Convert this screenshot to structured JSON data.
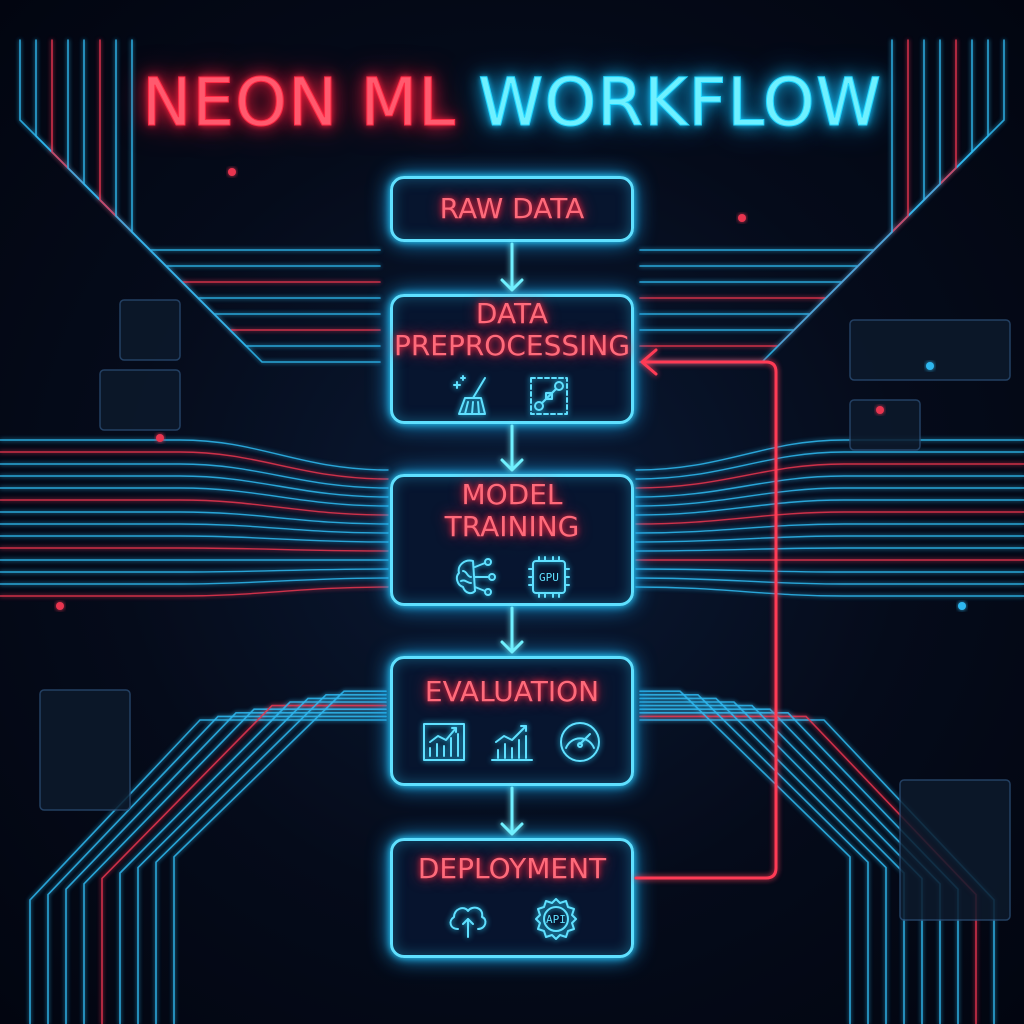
{
  "title": {
    "part1": "NEON ML",
    "part2": "WORKFLOW"
  },
  "colors": {
    "accent_blue": "#5fe0ff",
    "accent_red": "#ff3a55",
    "background": "#050b1a"
  },
  "nodes": [
    {
      "lines": [
        "RAW DATA"
      ],
      "icons": []
    },
    {
      "lines": [
        "DATA",
        "PREPROCESSING"
      ],
      "icons": [
        "broom-icon",
        "transform-node-icon"
      ]
    },
    {
      "lines": [
        "MODEL",
        "TRAINING"
      ],
      "icons": [
        "brain-network-icon",
        "gpu-chip-icon"
      ]
    },
    {
      "lines": [
        "EVALUATION"
      ],
      "icons": [
        "bar-chart-icon",
        "line-chart-icon",
        "gauge-icon"
      ]
    },
    {
      "lines": [
        "DEPLOYMENT"
      ],
      "icons": [
        "cloud-upload-icon",
        "api-gear-icon"
      ]
    }
  ],
  "icon_text": {
    "gpu": "GPU",
    "api": "API"
  },
  "feedback_loop": {
    "from": "DEPLOYMENT",
    "to": "DATA PREPROCESSING"
  }
}
